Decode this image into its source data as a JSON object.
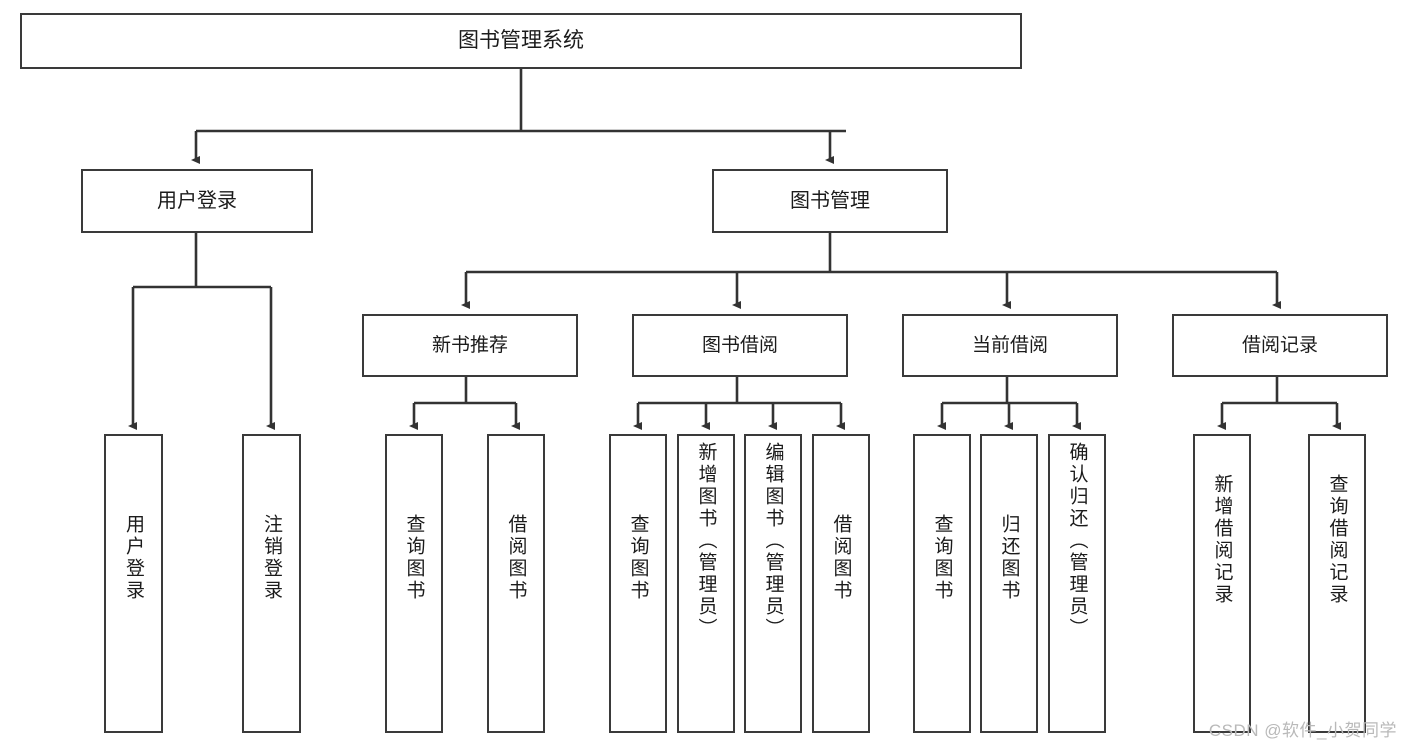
{
  "diagram": {
    "type": "tree-hierarchy-chart",
    "title": "图书管理系统",
    "stroke_color": "#3a3a3a",
    "background_color": "#ffffff",
    "text_color": "#1b1b1b",
    "watermark": "CSDN @软件_小贺同学",
    "levels": {
      "root": {
        "label": "图书管理系统"
      },
      "level2": [
        {
          "id": "user-login",
          "label": "用户登录"
        },
        {
          "id": "book-management",
          "label": "图书管理"
        }
      ],
      "level3": [
        {
          "id": "new-book-recommend",
          "label": "新书推荐"
        },
        {
          "id": "book-borrow",
          "label": "图书借阅"
        },
        {
          "id": "current-borrow",
          "label": "当前借阅"
        },
        {
          "id": "borrow-record",
          "label": "借阅记录"
        }
      ],
      "leaves": [
        {
          "id": "leaf-user-login",
          "label": "用户登录",
          "parent": "user-login"
        },
        {
          "id": "leaf-logout-login",
          "label": "注销登录",
          "parent": "user-login"
        },
        {
          "id": "leaf-query-book-1",
          "label": "查询图书",
          "parent": "new-book-recommend"
        },
        {
          "id": "leaf-borrow-book-1",
          "label": "借阅图书",
          "parent": "new-book-recommend"
        },
        {
          "id": "leaf-query-book-2",
          "label": "查询图书",
          "parent": "book-borrow"
        },
        {
          "id": "leaf-add-book",
          "label": "新增图书（管理员）",
          "parent": "book-borrow"
        },
        {
          "id": "leaf-edit-book",
          "label": "编辑图书（管理员）",
          "parent": "book-borrow"
        },
        {
          "id": "leaf-borrow-book-2",
          "label": "借阅图书",
          "parent": "book-borrow"
        },
        {
          "id": "leaf-query-book-3",
          "label": "查询图书",
          "parent": "current-borrow"
        },
        {
          "id": "leaf-return-book",
          "label": "归还图书",
          "parent": "current-borrow"
        },
        {
          "id": "leaf-confirm-return",
          "label": "确认归还（管理员）",
          "parent": "current-borrow"
        },
        {
          "id": "leaf-add-record",
          "label": "新增借阅记录",
          "parent": "borrow-record"
        },
        {
          "id": "leaf-query-record",
          "label": "查询借阅记录",
          "parent": "borrow-record"
        }
      ]
    }
  }
}
